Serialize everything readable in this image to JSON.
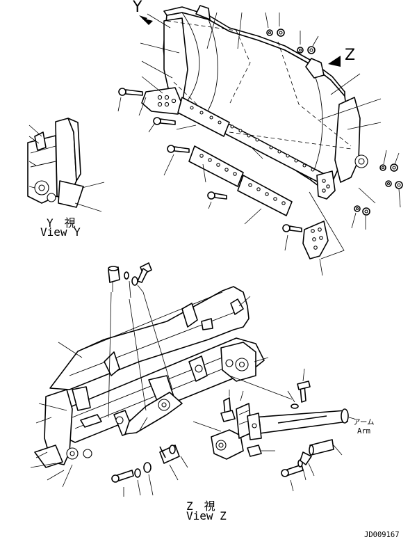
{
  "diagram": {
    "view_y_marker": "Y",
    "view_z_marker": "Z",
    "view_y_caption_jp": "Y　視",
    "view_y_caption_en": "View Y",
    "view_z_caption_jp": "Z　視",
    "view_z_caption_en": "View Z",
    "arm_label_jp": "アーム",
    "arm_label_en": "Arm",
    "drawing_code": "JD009167"
  }
}
